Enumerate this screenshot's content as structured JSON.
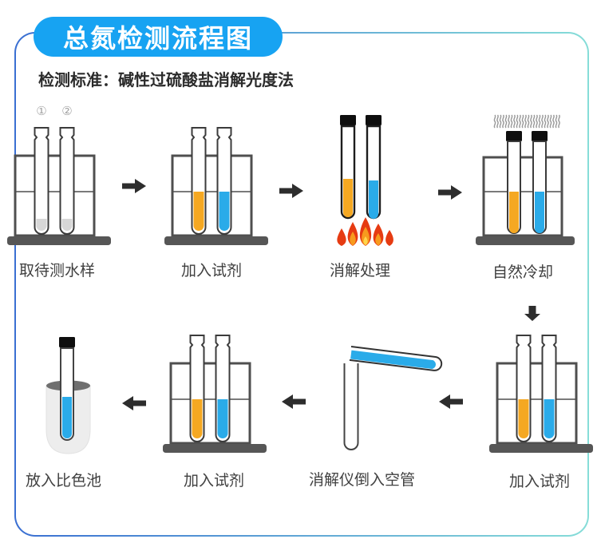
{
  "header": {
    "title": "总氮检测流程图"
  },
  "standard_line": {
    "text": "检测标准：碱性过硫酸盐消解光度法"
  },
  "tube_marks": {
    "first": "①",
    "second": "②"
  },
  "steps": [
    {
      "label": "取待测水样"
    },
    {
      "label": "加入试剂"
    },
    {
      "label": "消解处理"
    },
    {
      "label": "自然冷却"
    },
    {
      "label": "加入试剂"
    },
    {
      "label": "消解仪倒入空管"
    },
    {
      "label": "加入试剂"
    },
    {
      "label": "放入比色池"
    }
  ],
  "colors": {
    "badge_bg": "#17a3f2",
    "liquid_orange": "#f5a822",
    "liquid_blue": "#2aabe9",
    "sample_gray": "#d7d7d7",
    "rack_gray": "#4f4f4f",
    "base_gray": "#565656",
    "cap_black": "#0e0e0e",
    "flame_red": "#e63b12",
    "flame_orange": "#f79b1e",
    "flame_yellow": "#ffd54d",
    "arrow_dark": "#2d2d2d",
    "steam_gray": "#9b9b9b",
    "cup_light": "#ededed",
    "cup_opening": "#6f6f6f",
    "border_left": "#3a6fd2",
    "border_right": "#86ddd8"
  }
}
